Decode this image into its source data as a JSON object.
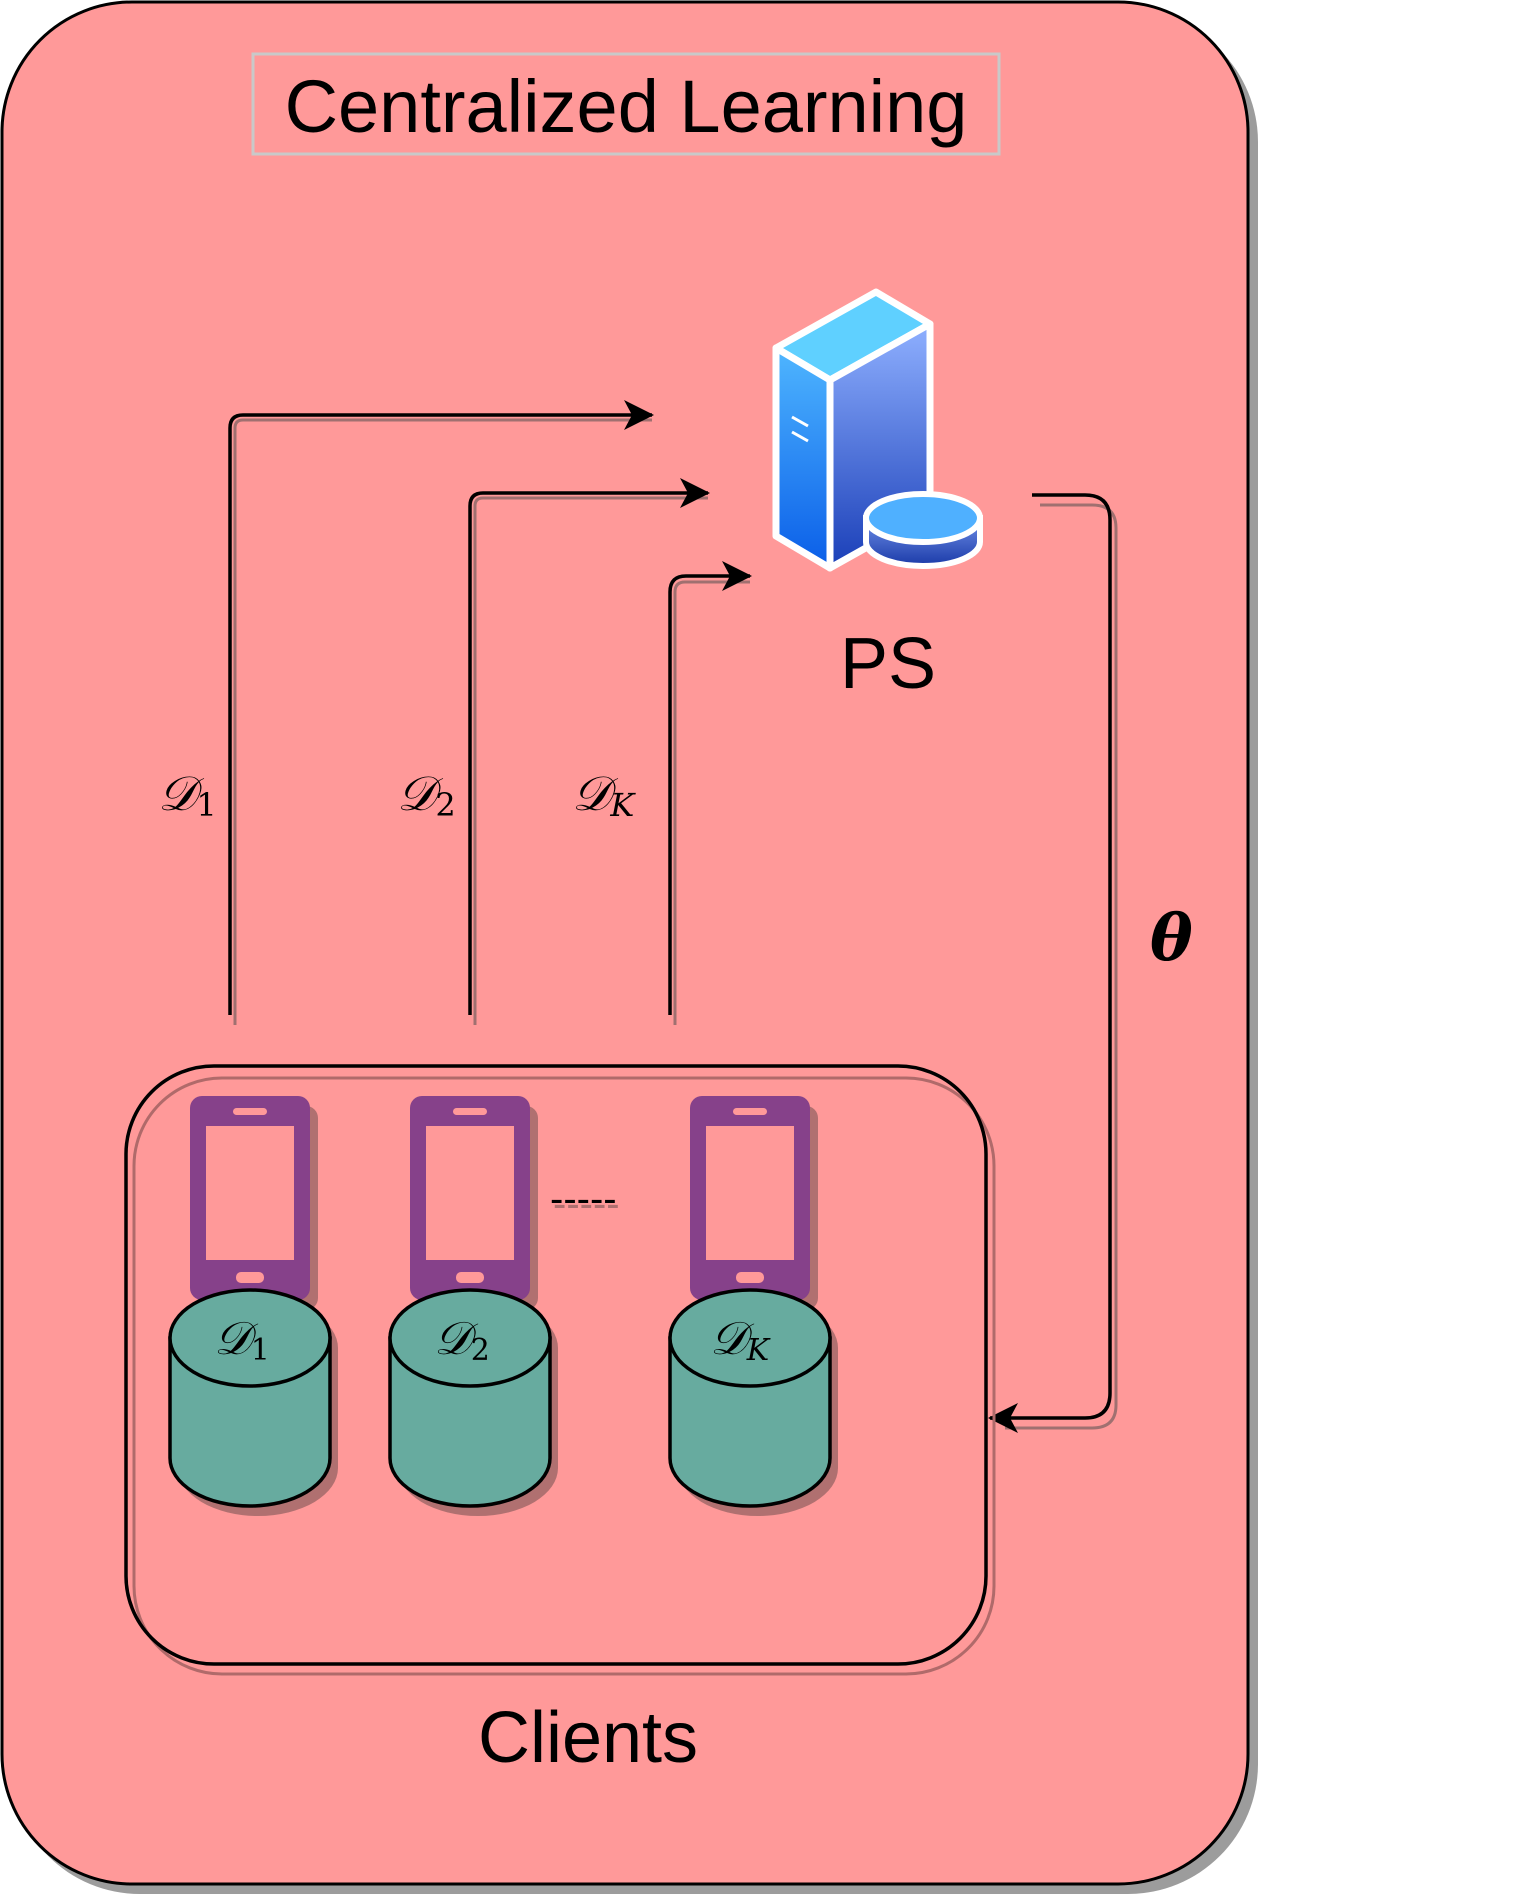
{
  "title": "Centralized Learning",
  "server": {
    "label": "PS",
    "icon": "server-database-icon"
  },
  "clients": {
    "label": "Clients",
    "ellipsis": "-----",
    "devices": [
      {
        "icon": "smartphone-icon",
        "dataset": {
          "main": "𝒟",
          "sub": "1"
        }
      },
      {
        "icon": "smartphone-icon",
        "dataset": {
          "main": "𝒟",
          "sub": "2"
        }
      },
      {
        "icon": "smartphone-icon",
        "dataset": {
          "main": "𝒟",
          "sub": "K"
        }
      }
    ]
  },
  "uploads": [
    {
      "main": "𝒟",
      "sub": "1"
    },
    {
      "main": "𝒟",
      "sub": "2"
    },
    {
      "main": "𝒟",
      "sub": "K"
    }
  ],
  "download": {
    "label": "θ"
  },
  "colors": {
    "outer_fill": "#ff9999",
    "phone": "#86418a",
    "cylinder": "#67ab9f",
    "server_light": "#8fd1ff",
    "server_dark": "#1a4fc4"
  }
}
